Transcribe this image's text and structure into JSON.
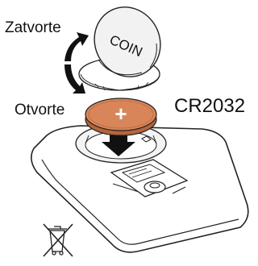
{
  "labels": {
    "close": "Zatvorte",
    "open": "Otvorte",
    "battery_type": "CR2032"
  },
  "cover": {
    "text": "COIN"
  },
  "battery": {
    "symbol": "+"
  },
  "icons": {
    "rotate": "rotate-arrows-icon",
    "insert": "down-arrow-icon",
    "disposal": "crossed-out-bin-icon"
  },
  "colors": {
    "battery": "#d9855a",
    "battery_rim": "#b5653d",
    "line": "#222222",
    "cover": "#f2f2f2",
    "arrow": "#111111"
  }
}
